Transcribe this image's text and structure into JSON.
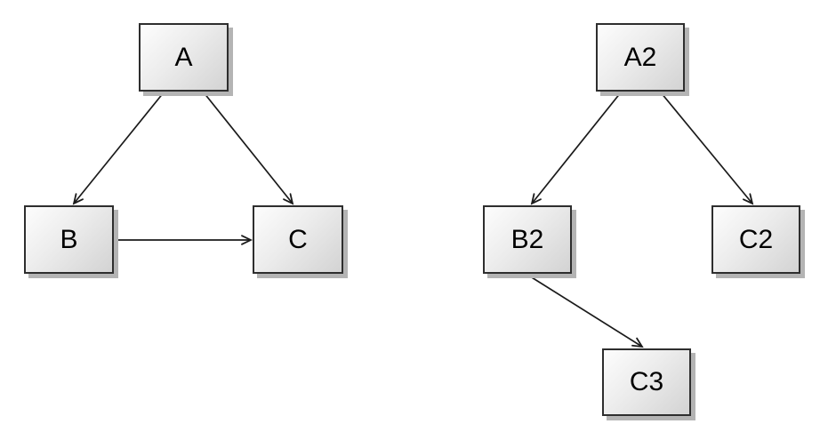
{
  "colors": {
    "background": "#ffffff",
    "node_fill_light": "#fdfdfd",
    "node_fill_dark": "#d3d3d3",
    "node_border": "#2e2e2e",
    "node_shadow": "#b4b4b4",
    "edge": "#1a1a1a",
    "text": "#000000"
  },
  "left_diagram": {
    "nodes": [
      {
        "id": "A",
        "label": "A"
      },
      {
        "id": "B",
        "label": "B"
      },
      {
        "id": "C",
        "label": "C"
      }
    ],
    "edges": [
      {
        "from": "A",
        "to": "B"
      },
      {
        "from": "A",
        "to": "C"
      },
      {
        "from": "B",
        "to": "C"
      }
    ]
  },
  "right_diagram": {
    "nodes": [
      {
        "id": "A2",
        "label": "A2"
      },
      {
        "id": "B2",
        "label": "B2"
      },
      {
        "id": "C2",
        "label": "C2"
      },
      {
        "id": "C3",
        "label": "C3"
      }
    ],
    "edges": [
      {
        "from": "A2",
        "to": "B2"
      },
      {
        "from": "A2",
        "to": "C2"
      },
      {
        "from": "B2",
        "to": "C3"
      }
    ]
  }
}
